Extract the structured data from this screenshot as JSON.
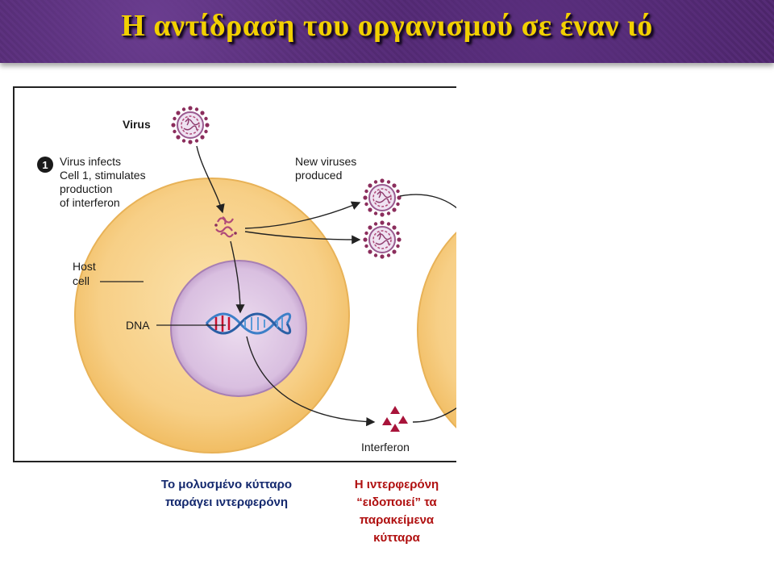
{
  "slide": {
    "title": "Η αντίδραση του οργανισμού σε έναν ιό"
  },
  "diagram": {
    "step_number": "1",
    "labels": {
      "virus": "Virus",
      "step_line1": "Virus infects",
      "step_line2": "Cell 1, stimulates",
      "step_line3": "production",
      "step_line4": "of interferon",
      "new_line1": "New viruses",
      "new_line2": "produced",
      "host_line1": "Host",
      "host_line2": "cell",
      "dna": "DNA",
      "interferon": "Interferon"
    },
    "colors": {
      "cell_fill": "#f7cf86",
      "nucleus_fill": "#dcbfe0",
      "virus_color": "#b04a78",
      "dna_blue": "#3d7fc8",
      "dna_red": "#c8102e",
      "interferon_color": "#a8143a"
    }
  },
  "captions": {
    "left_line1": "Το μολυσμένο κύτταρο",
    "left_line2": "παράγει ιντερφερόνη",
    "right_line1": "Η ιντερφερόνη",
    "right_line2": "“ειδοποιεί” τα",
    "right_line3": "παρακείμενα",
    "right_line4": "κύτταρα"
  }
}
